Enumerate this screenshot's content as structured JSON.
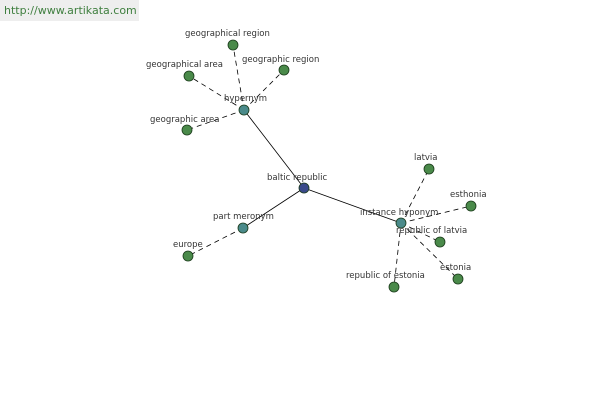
{
  "watermark": "http://www.artikata.com",
  "colors": {
    "center": "#3a4a8a",
    "relation": "#4a8a8a",
    "leaf": "#4a8a4a"
  },
  "nodes": [
    {
      "id": "baltic-republic",
      "label": "baltic republic",
      "kind": "center"
    },
    {
      "id": "hypernym",
      "label": "hypernym",
      "kind": "relation"
    },
    {
      "id": "part-meronym",
      "label": "part meronym",
      "kind": "relation"
    },
    {
      "id": "instance-hyponym",
      "label": "instance hyponym",
      "kind": "relation"
    },
    {
      "id": "geographical-region",
      "label": "geographical region",
      "kind": "leaf"
    },
    {
      "id": "geographical-area",
      "label": "geographical area",
      "kind": "leaf"
    },
    {
      "id": "geographic-region",
      "label": "geographic region",
      "kind": "leaf"
    },
    {
      "id": "geographic-area",
      "label": "geographic area",
      "kind": "leaf"
    },
    {
      "id": "europe",
      "label": "europe",
      "kind": "leaf"
    },
    {
      "id": "latvia",
      "label": "latvia",
      "kind": "leaf"
    },
    {
      "id": "esthonia",
      "label": "esthonia",
      "kind": "leaf"
    },
    {
      "id": "republic-of-latvia",
      "label": "republic of latvia",
      "kind": "leaf"
    },
    {
      "id": "estonia",
      "label": "estonia",
      "kind": "leaf"
    },
    {
      "id": "republic-of-estonia",
      "label": "republic of estonia",
      "kind": "leaf"
    }
  ],
  "edges": [
    {
      "from": "baltic-republic",
      "to": "hypernym",
      "style": "solid"
    },
    {
      "from": "baltic-republic",
      "to": "part-meronym",
      "style": "solid"
    },
    {
      "from": "baltic-republic",
      "to": "instance-hyponym",
      "style": "solid"
    },
    {
      "from": "hypernym",
      "to": "geographical-region",
      "style": "dashed"
    },
    {
      "from": "hypernym",
      "to": "geographical-area",
      "style": "dashed"
    },
    {
      "from": "hypernym",
      "to": "geographic-region",
      "style": "dashed"
    },
    {
      "from": "hypernym",
      "to": "geographic-area",
      "style": "dashed"
    },
    {
      "from": "part-meronym",
      "to": "europe",
      "style": "dashed"
    },
    {
      "from": "instance-hyponym",
      "to": "latvia",
      "style": "dashed"
    },
    {
      "from": "instance-hyponym",
      "to": "esthonia",
      "style": "dashed"
    },
    {
      "from": "instance-hyponym",
      "to": "republic-of-latvia",
      "style": "dashed"
    },
    {
      "from": "instance-hyponym",
      "to": "estonia",
      "style": "dashed"
    },
    {
      "from": "instance-hyponym",
      "to": "republic-of-estonia",
      "style": "dashed"
    }
  ]
}
